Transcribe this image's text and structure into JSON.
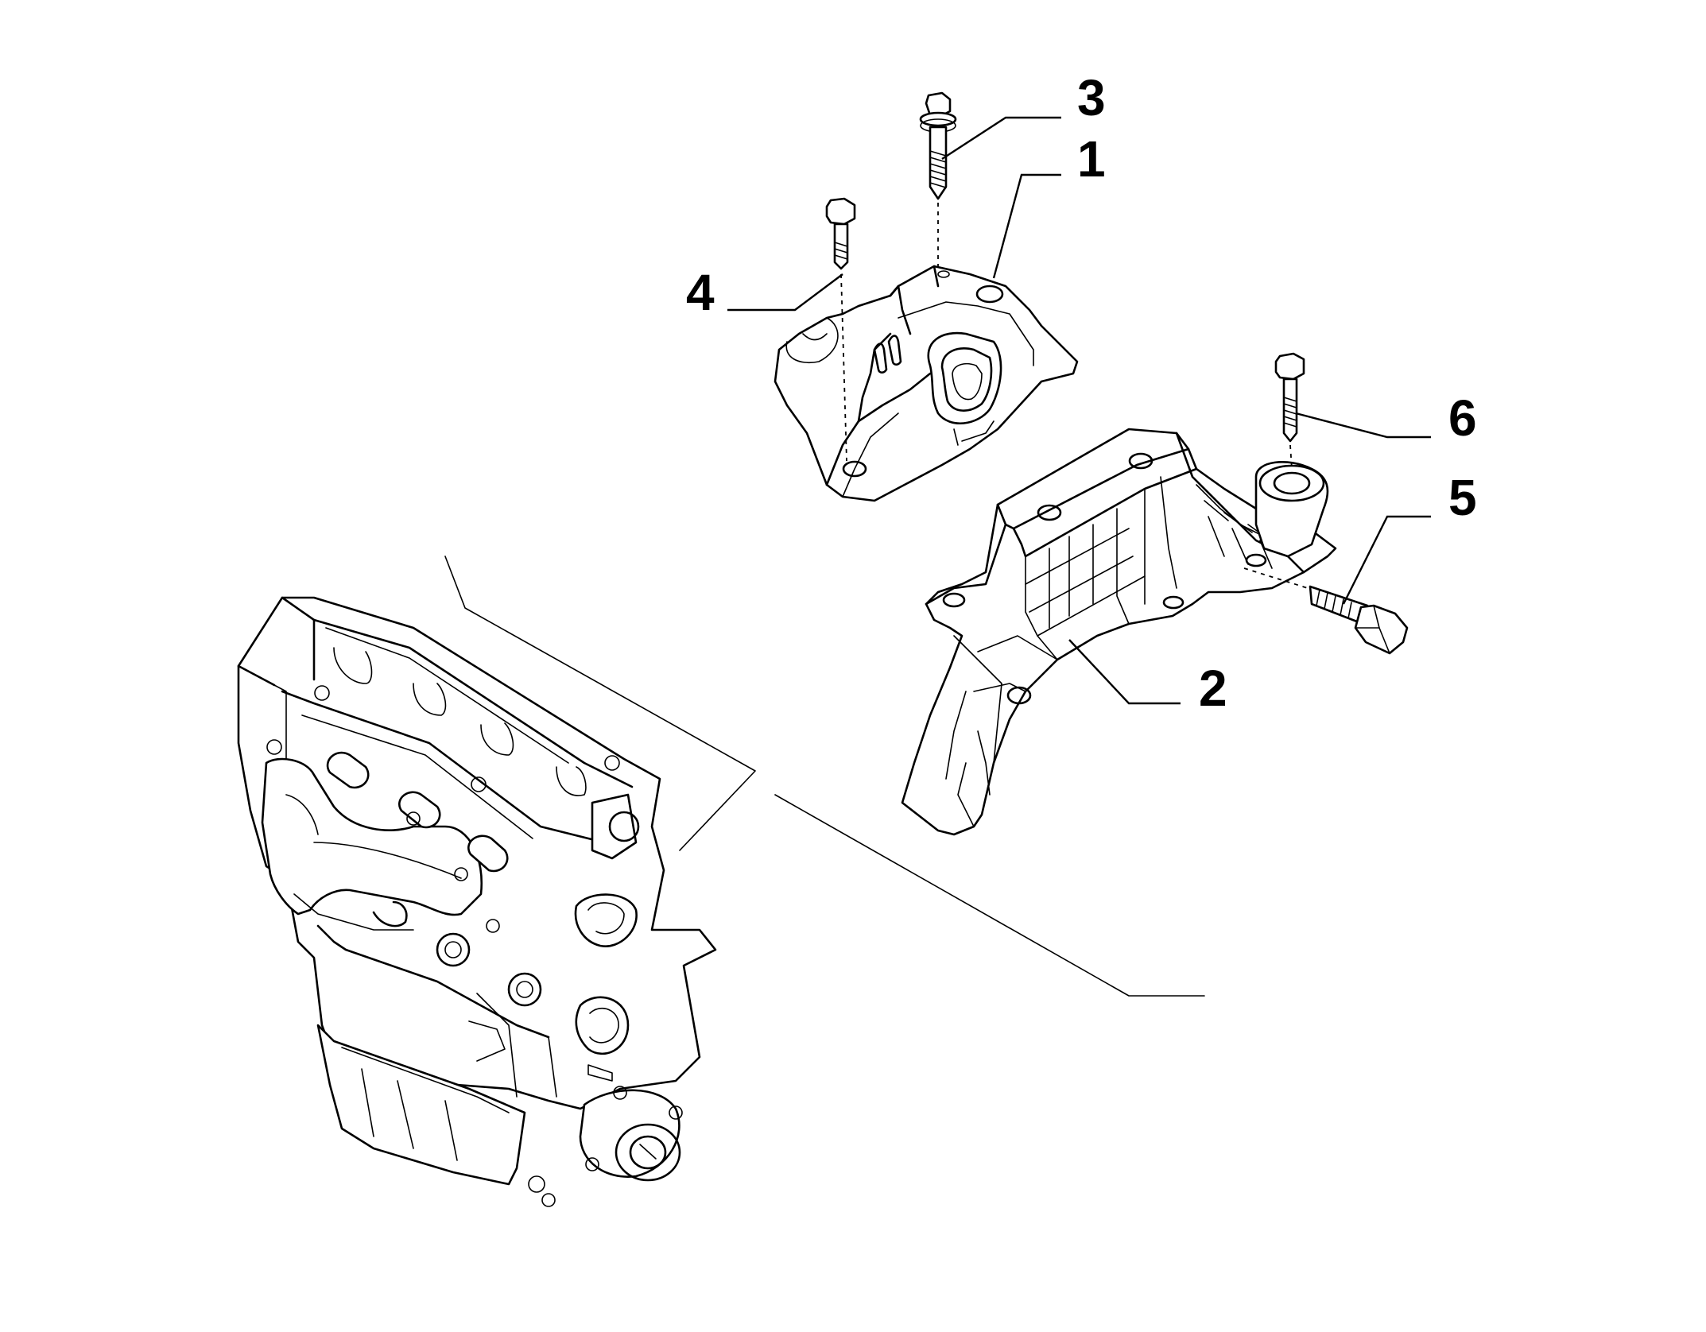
{
  "callouts": {
    "c1": "1",
    "c2": "2",
    "c3": "3",
    "c4": "4",
    "c5": "5",
    "c6": "6"
  },
  "parts": {
    "p1": "engine-mount",
    "p2": "mount-bracket",
    "p3": "flanged-bolt",
    "p4": "bolt",
    "p5": "bolt",
    "p6": "bolt"
  },
  "colors": {
    "line": "#000000",
    "background": "#ffffff"
  }
}
